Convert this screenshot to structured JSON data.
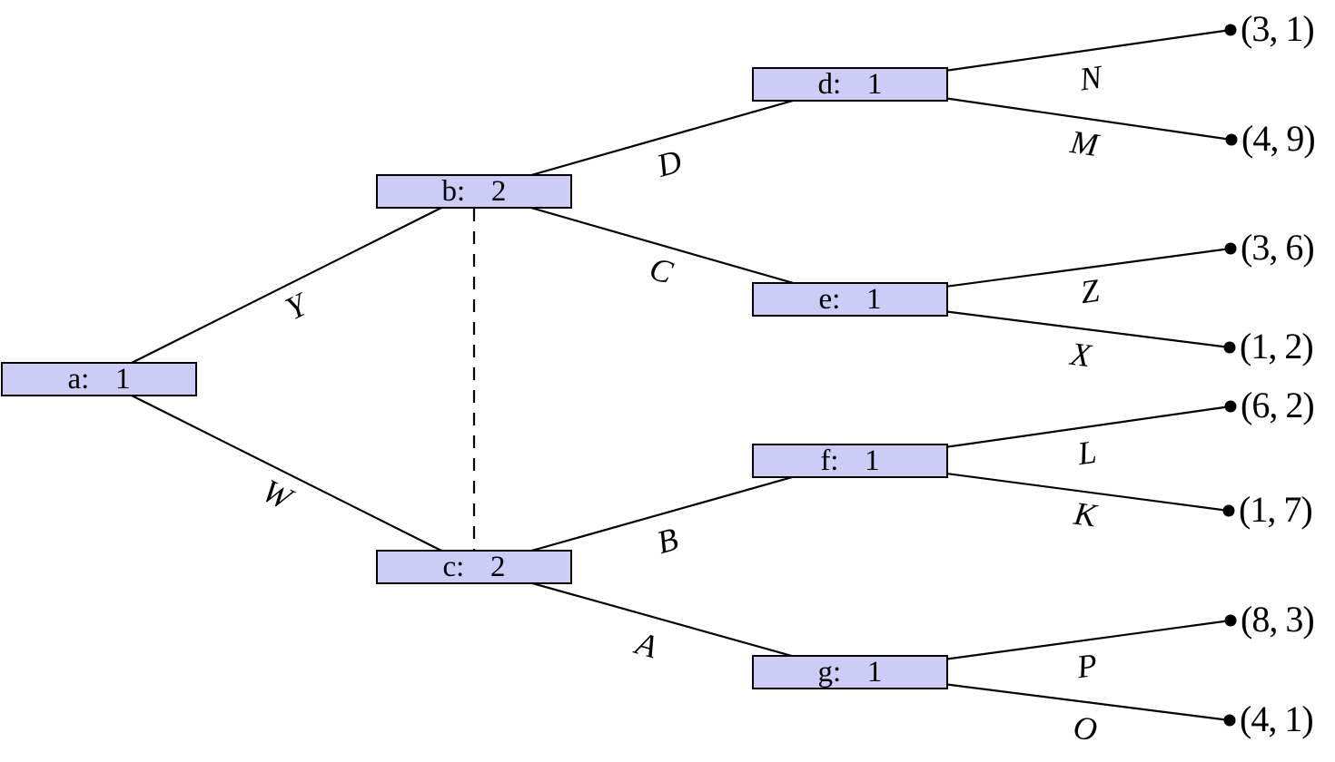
{
  "diagram": {
    "kind": "extensive-form game tree",
    "colors": {
      "node_fill": "#ccccf7",
      "node_border": "#000000",
      "edge_color": "#000000",
      "background": "#ffffff"
    },
    "information_set": {
      "between": [
        "b",
        "c"
      ],
      "style": "dashed"
    },
    "nodes": [
      {
        "id": "a",
        "label": "a: 1"
      },
      {
        "id": "b",
        "label": "b: 2"
      },
      {
        "id": "c",
        "label": "c: 2"
      },
      {
        "id": "d",
        "label": "d: 1"
      },
      {
        "id": "e",
        "label": "e: 1"
      },
      {
        "id": "f",
        "label": "f: 1"
      },
      {
        "id": "g",
        "label": "g: 1"
      }
    ],
    "edges": [
      {
        "from": "a",
        "to": "b",
        "label": "Y"
      },
      {
        "from": "a",
        "to": "c",
        "label": "W"
      },
      {
        "from": "b",
        "to": "d",
        "label": "D"
      },
      {
        "from": "b",
        "to": "e",
        "label": "C"
      },
      {
        "from": "c",
        "to": "f",
        "label": "B"
      },
      {
        "from": "c",
        "to": "g",
        "label": "A"
      },
      {
        "from": "d",
        "to": "leaf-3-1",
        "label": "N"
      },
      {
        "from": "d",
        "to": "leaf-4-9",
        "label": "M"
      },
      {
        "from": "e",
        "to": "leaf-3-6",
        "label": "Z"
      },
      {
        "from": "e",
        "to": "leaf-1-2",
        "label": "X"
      },
      {
        "from": "f",
        "to": "leaf-6-2",
        "label": "L"
      },
      {
        "from": "f",
        "to": "leaf-1-7",
        "label": "K"
      },
      {
        "from": "g",
        "to": "leaf-8-3",
        "label": "P"
      },
      {
        "from": "g",
        "to": "leaf-4-1",
        "label": "O"
      }
    ],
    "leaves": [
      {
        "id": "leaf-3-1",
        "payoff": "(3, 1)"
      },
      {
        "id": "leaf-4-9",
        "payoff": "(4, 9)"
      },
      {
        "id": "leaf-3-6",
        "payoff": "(3, 6)"
      },
      {
        "id": "leaf-1-2",
        "payoff": "(1, 2)"
      },
      {
        "id": "leaf-6-2",
        "payoff": "(6, 2)"
      },
      {
        "id": "leaf-1-7",
        "payoff": "(1, 7)"
      },
      {
        "id": "leaf-8-3",
        "payoff": "(8, 3)"
      },
      {
        "id": "leaf-4-1",
        "payoff": "(4, 1)"
      }
    ]
  }
}
